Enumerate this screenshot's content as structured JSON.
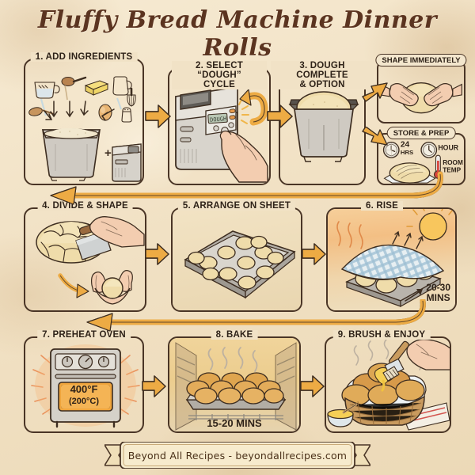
{
  "title": "Fluffy Bread Machine Dinner Rolls",
  "footer": {
    "text": "Beyond All Recipes - beyondallrecipes.com"
  },
  "colors": {
    "parchment": "#f1e1c4",
    "ink": "#3d2d20",
    "title_brown": "#5b3420",
    "arrow_orange": "#edab44",
    "dough": "#efdcaa",
    "baked_roll": "#d59a4e",
    "oven_glow": "#f0a53c"
  },
  "steps": [
    {
      "number": "1",
      "title": "1. ADD INGREDIENTS",
      "icons": [
        "measuring-cup-icon",
        "spoon-icon",
        "butter-icon",
        "milk-jug-icon",
        "egg-icon",
        "salt-shaker-icon",
        "whisk-icon",
        "bread-pan-icon",
        "bread-machine-icon"
      ],
      "plus": "+"
    },
    {
      "number": "2",
      "title": "2. SELECT “DOUGH” CYCLE",
      "title_line1": "2. SELECT “DOUGH”",
      "title_line2": "CYCLE",
      "display_text": "DOUGH",
      "icons": [
        "bread-machine-icon",
        "hand-pressing-icon",
        "cycle-arrow-icon",
        "sparkle-icon"
      ]
    },
    {
      "number": "3",
      "title": "3. DOUGH COMPLETE & OPTION",
      "title_line1": "3. DOUGH COMPLETE",
      "title_line2": "& OPTION",
      "icons": [
        "bread-pan-icon",
        "risen-dough-icon"
      ]
    },
    {
      "number": "4",
      "title": "4. DIVIDE & SHAPE",
      "icons": [
        "dough-divided-icon",
        "bench-scraper-icon",
        "hands-rolling-icon"
      ]
    },
    {
      "number": "5",
      "title": "5. ARRANGE ON SHEET",
      "icons": [
        "baking-sheet-icon",
        "dough-ball-icon"
      ],
      "roll_count": 12
    },
    {
      "number": "6",
      "title": "6. RISE",
      "note": "20-30\nMINS",
      "note_line1": "20-30",
      "note_line2": "MINS",
      "icons": [
        "sun-icon",
        "kitchen-towel-icon",
        "baking-sheet-icon",
        "heat-waves-icon"
      ]
    },
    {
      "number": "7",
      "title": "7. PREHEAT OVEN",
      "temp_f": "400°F",
      "temp_c": "(200°C)",
      "icons": [
        "oven-icon",
        "oven-knob-icon",
        "heat-rays-icon"
      ]
    },
    {
      "number": "8",
      "title": "8. BAKE",
      "note": "15-20 MINS",
      "icons": [
        "oven-interior-icon",
        "baking-sheet-icon",
        "baked-roll-icon",
        "steam-icon"
      ]
    },
    {
      "number": "9",
      "title": "9. BRUSH & ENJOY",
      "icons": [
        "basket-icon",
        "baked-roll-icon",
        "pastry-brush-icon",
        "hand-icon",
        "butter-bowl-icon",
        "steam-icon",
        "napkin-icon"
      ]
    }
  ],
  "options": [
    {
      "label": "SHAPE IMMEDIATELY",
      "icons": [
        "hands-shaping-dough-icon"
      ]
    },
    {
      "label": "STORE & PREP",
      "icons": [
        "clock-icon",
        "clock-icon",
        "thermometer-icon",
        "wrapped-dough-icon"
      ],
      "badges": [
        {
          "line1": "24",
          "line2": "HRS"
        },
        {
          "line1": "HOUR",
          "line2": ""
        },
        {
          "line1": "ROOM",
          "line2": "TEMP"
        }
      ]
    }
  ],
  "flow_arrows": [
    {
      "name": "arrow-step1-to-step2",
      "direction": "right"
    },
    {
      "name": "arrow-step2-to-step3",
      "direction": "right"
    },
    {
      "name": "arrow-step3-to-shape",
      "direction": "up-right"
    },
    {
      "name": "arrow-step3-to-store",
      "direction": "down-right"
    },
    {
      "name": "arrow-row1-to-row2",
      "direction": "left"
    },
    {
      "name": "arrow-step4-to-step5",
      "direction": "right"
    },
    {
      "name": "arrow-step5-to-step6",
      "direction": "right"
    },
    {
      "name": "arrow-row2-to-row3",
      "direction": "left"
    },
    {
      "name": "arrow-step7-to-step8",
      "direction": "right"
    },
    {
      "name": "arrow-step8-to-step9",
      "direction": "right"
    }
  ]
}
